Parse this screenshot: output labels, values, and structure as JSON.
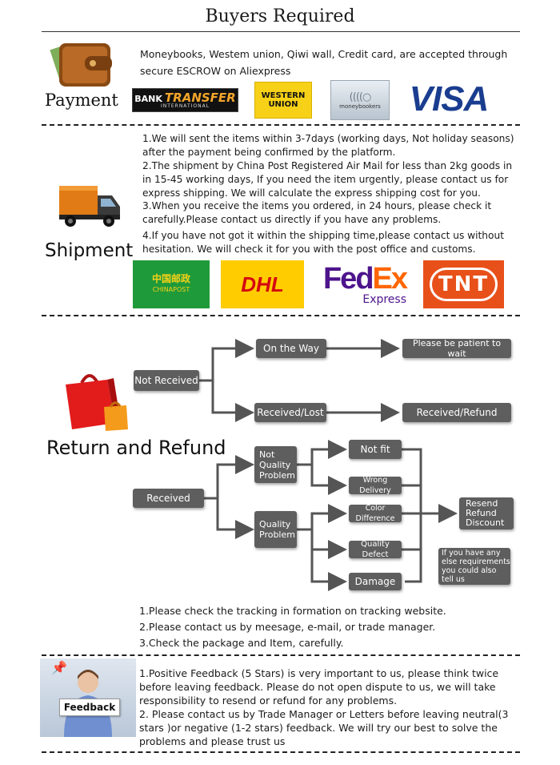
{
  "title": "Buyers Required",
  "payment": {
    "label": "Payment",
    "text": "Moneybooks, Westem union, Qiwi wall, Credit card,  are accepted through secure ESCROW on Aliexpress",
    "logos": {
      "bank_transfer": {
        "main_bank": "BANK",
        "main_transfer": "TRANSFER",
        "sub": "INTERNATIONAL"
      },
      "western_union": {
        "line1": "WESTERN",
        "line2": "UNION"
      },
      "moneybookers": {
        "text": "moneybookers"
      },
      "visa": {
        "text": "VISA"
      }
    }
  },
  "shipment": {
    "label": "Shipment",
    "items": [
      "1.We will sent the items within 3-7days (working days, Not holiday seasons) after the payment being confirmed by the platform.",
      "2.The shipment by China Post Registered Air Mail for less than  2kg goods in in 15-45 working days, If  you need the item urgently, please contact us for express shipping. We will calculate the express shipping cost for you.",
      "3.When you receive the items you ordered, in 24 hours, please check it carefully.Please contact us directly if you have any problems.",
      "4.If you have not got it within the shipping time,please contact us without hesitation. We will check it for you with the post office and customs."
    ],
    "logos": {
      "chinapost": {
        "cn": "中国邮政",
        "en": "CHINAPOST"
      },
      "dhl": {
        "text": "DHL"
      },
      "fedex": {
        "fed": "Fed",
        "ex": "Ex",
        "sub": "Express"
      },
      "tnt": {
        "text": "TNT"
      }
    }
  },
  "refund": {
    "label": "Return and Refund",
    "flow": {
      "not_received": "Not Received",
      "on_the_way": "On the Way",
      "be_patient": "Please be patient to wait",
      "received_lost": "Received/Lost",
      "received_refund": "Received/Refund",
      "received": "Received",
      "not_quality_problem": "Not Quality Problem",
      "quality_problem": "Quality Problem",
      "not_fit": "Not fit",
      "wrong_delivery": "Wrong Delivery",
      "color_difference": "Color Difference",
      "quality_defect": "Quality Defect",
      "damage": "Damage",
      "resend_refund_discount": "Resend Refund Discount",
      "any_else": "If you have any else requirements you could also tell us"
    },
    "notes": [
      "1.Please check the tracking in formation on tracking website.",
      "2.Please contact us by meesage, e-mail, or trade manager.",
      "3.Check the package and Item, carefully."
    ]
  },
  "feedback": {
    "badge": "Feedback",
    "items": [
      "1.Positive Feedback (5 Stars) is very important to us, please think twice before leaving feedback. Please do not open dispute to us, we will take responsibility to resend or refund for any problems.",
      "2. Please contact us by Trade Manager or Letters before leaving neutral(3 stars )or negative (1-2 stars) feedback. We will try our best to solve the problems and please trust us"
    ]
  }
}
